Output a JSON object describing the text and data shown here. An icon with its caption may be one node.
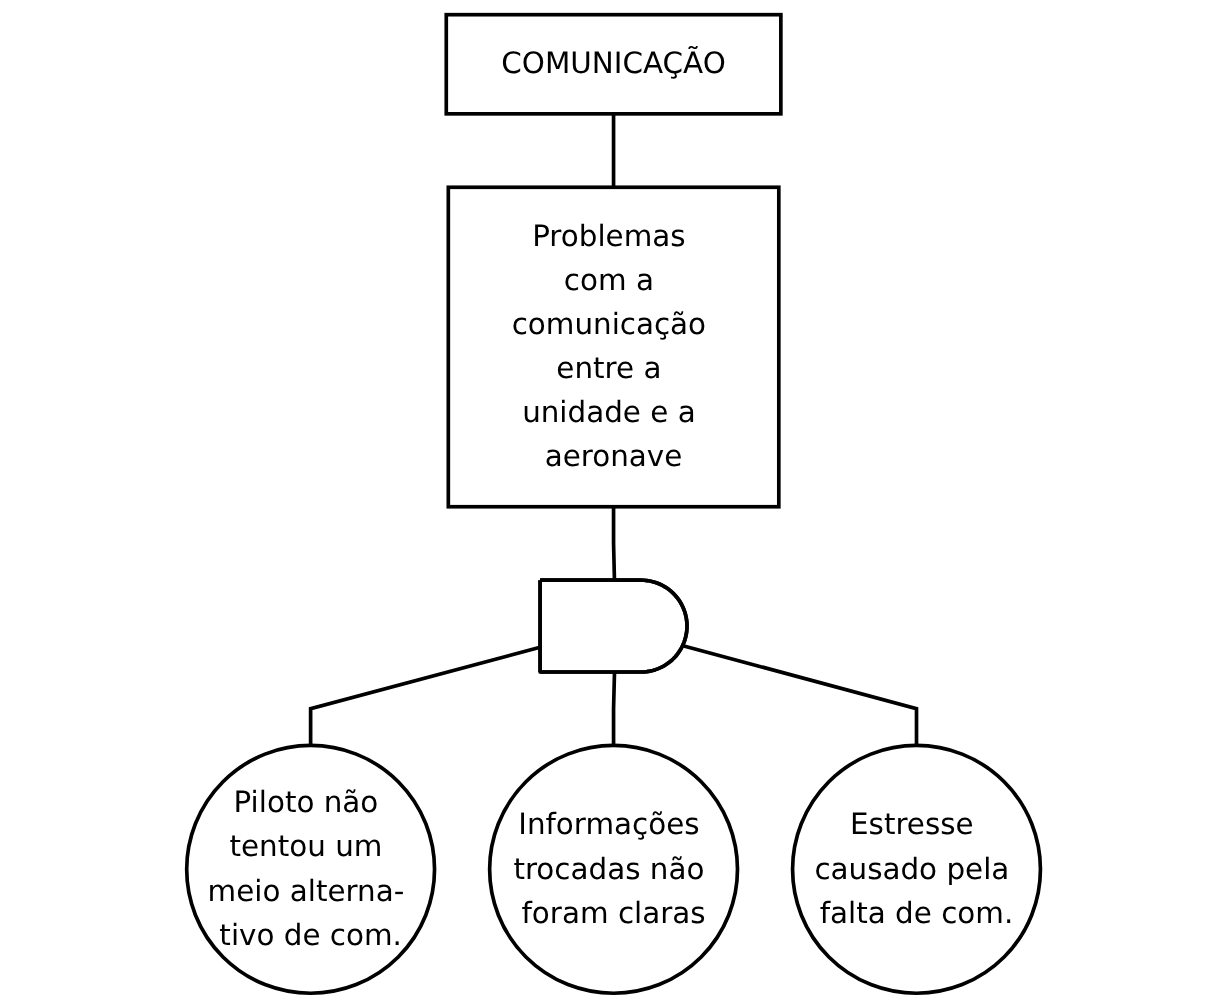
{
  "diagram": {
    "nodes": [
      {
        "text": [
          "COMUNICAÇÃO"
        ]
      },
      {
        "text": [
          "Problemas com a comunicação entre a unidade e a aeronave"
        ]
      },
      {
        "text": [],
        "shape": "gate"
      },
      {
        "text": [
          "Piloto não tentou um meio alterna- tivo de com."
        ]
      },
      {
        "text": [
          "Informações trocadas não foram claras"
        ]
      },
      {
        "text": [
          "Estresse causado pela falta de com."
        ]
      }
    ],
    "edges": [
      {
        "from": 0,
        "to": 1,
        "arrow": "none"
      },
      {
        "from": 1,
        "to": 2,
        "arrow": "none"
      },
      {
        "from": 2,
        "to": 3,
        "arrow": "none"
      },
      {
        "from": 2,
        "to": 4,
        "arrow": "none"
      },
      {
        "from": 2,
        "to": 5,
        "arrow": "none"
      }
    ]
  }
}
